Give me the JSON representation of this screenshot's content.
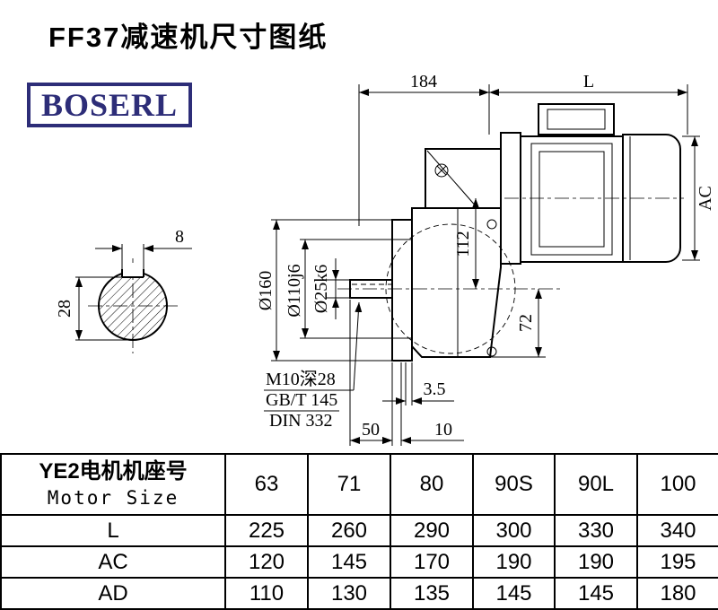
{
  "page": {
    "title": "FF37减速机尺寸图纸"
  },
  "logo": {
    "text": "BOSERL"
  },
  "drawing": {
    "dim184": "184",
    "dimL": "L",
    "dimAC": "AC",
    "key_width": "8",
    "key_height": "28",
    "dia160": "Ø160",
    "dia110": "Ø110j6",
    "dia25": "Ø25k6",
    "dim112": "112",
    "dim72": "72",
    "thread_note": "M10深28",
    "std_gb": "GB/T 145",
    "std_din": "DIN 332",
    "dim35": "3.5",
    "dim50": "50",
    "dim10": "10"
  },
  "table": {
    "header": {
      "line1": "YE2电机机座号",
      "line2": "Motor Size"
    },
    "sizes": [
      "63",
      "71",
      "80",
      "90S",
      "90L",
      "100"
    ],
    "rows": [
      {
        "label": "L",
        "values": [
          "225",
          "260",
          "290",
          "300",
          "330",
          "340"
        ]
      },
      {
        "label": "AC",
        "values": [
          "120",
          "145",
          "170",
          "190",
          "190",
          "195"
        ]
      },
      {
        "label": "AD",
        "values": [
          "110",
          "130",
          "135",
          "145",
          "145",
          "180"
        ]
      }
    ]
  }
}
